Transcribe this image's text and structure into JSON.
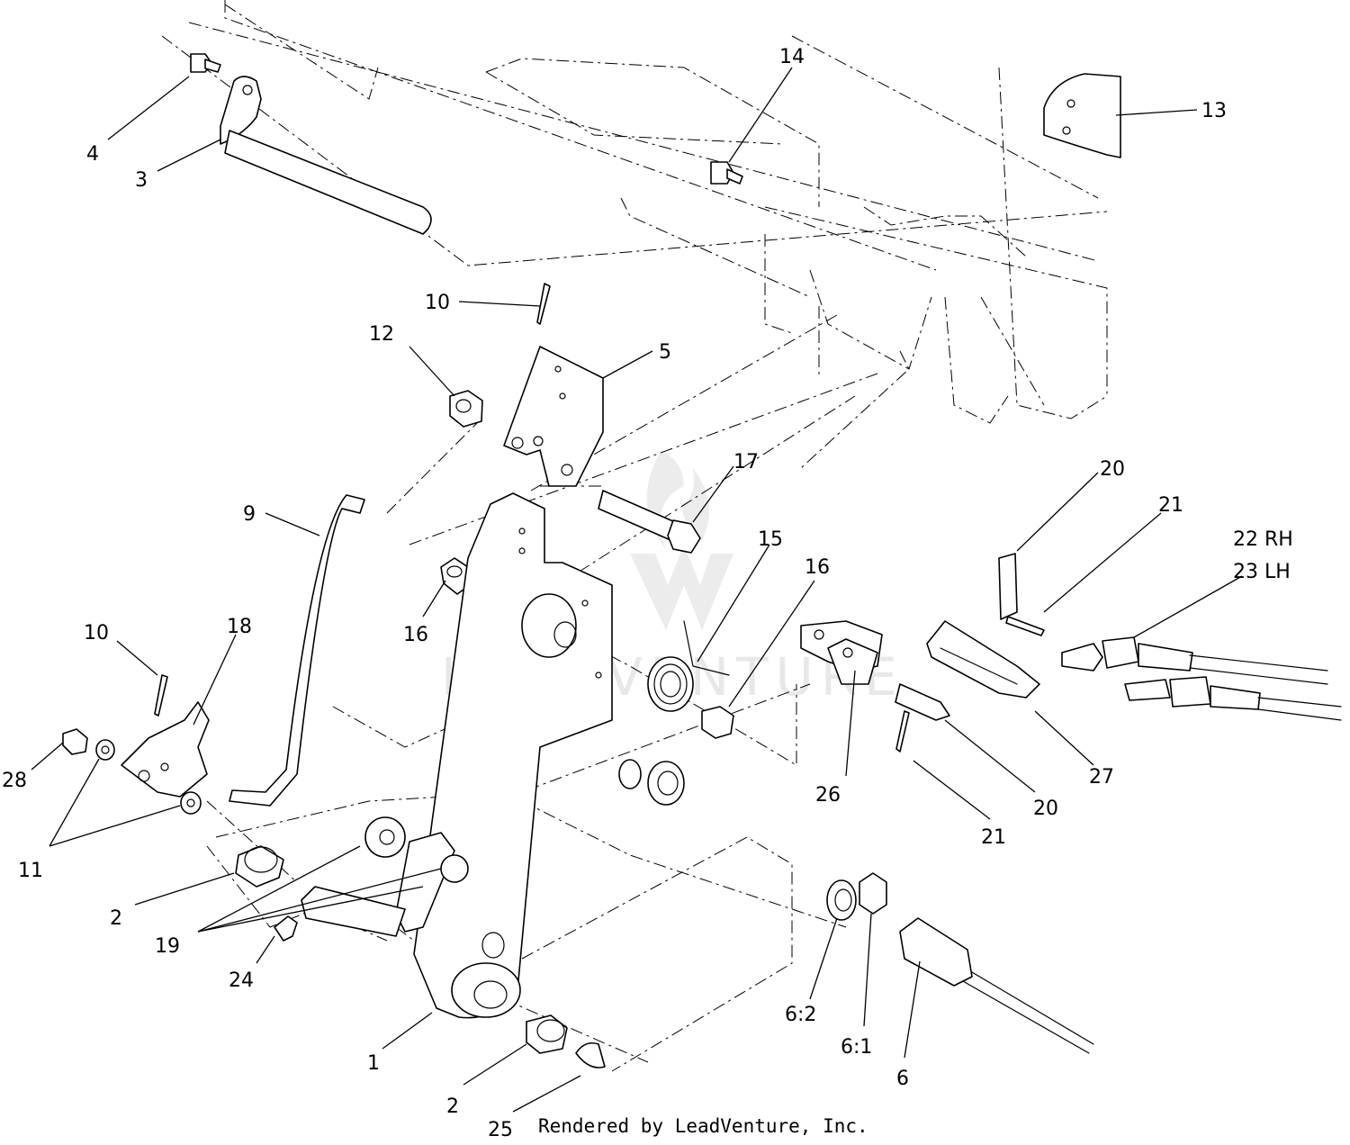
{
  "diagram": {
    "watermark": "LEADVENTURE",
    "footer": "Rendered by LeadVenture, Inc.",
    "callouts": [
      {
        "id": "c4",
        "label": "4"
      },
      {
        "id": "c3",
        "label": "3"
      },
      {
        "id": "c14",
        "label": "14"
      },
      {
        "id": "c13",
        "label": "13"
      },
      {
        "id": "c10a",
        "label": "10"
      },
      {
        "id": "c12",
        "label": "12"
      },
      {
        "id": "c5",
        "label": "5"
      },
      {
        "id": "c17",
        "label": "17"
      },
      {
        "id": "c9",
        "label": "9"
      },
      {
        "id": "c16a",
        "label": "16"
      },
      {
        "id": "c15",
        "label": "15"
      },
      {
        "id": "c16b",
        "label": "16"
      },
      {
        "id": "c20a",
        "label": "20"
      },
      {
        "id": "c21a",
        "label": "21"
      },
      {
        "id": "c22",
        "label": "22  RH"
      },
      {
        "id": "c23",
        "label": "23  LH"
      },
      {
        "id": "c10b",
        "label": "10"
      },
      {
        "id": "c18",
        "label": "18"
      },
      {
        "id": "c28",
        "label": "28"
      },
      {
        "id": "c11",
        "label": "11"
      },
      {
        "id": "c26",
        "label": "26"
      },
      {
        "id": "c27",
        "label": "27"
      },
      {
        "id": "c20b",
        "label": "20"
      },
      {
        "id": "c21b",
        "label": "21"
      },
      {
        "id": "c2a",
        "label": "2"
      },
      {
        "id": "c19",
        "label": "19"
      },
      {
        "id": "c24",
        "label": "24"
      },
      {
        "id": "c1",
        "label": "1"
      },
      {
        "id": "c2b",
        "label": "2"
      },
      {
        "id": "c25",
        "label": "25"
      },
      {
        "id": "c62",
        "label": "6:2"
      },
      {
        "id": "c61",
        "label": "6:1"
      },
      {
        "id": "c6",
        "label": "6"
      }
    ]
  }
}
